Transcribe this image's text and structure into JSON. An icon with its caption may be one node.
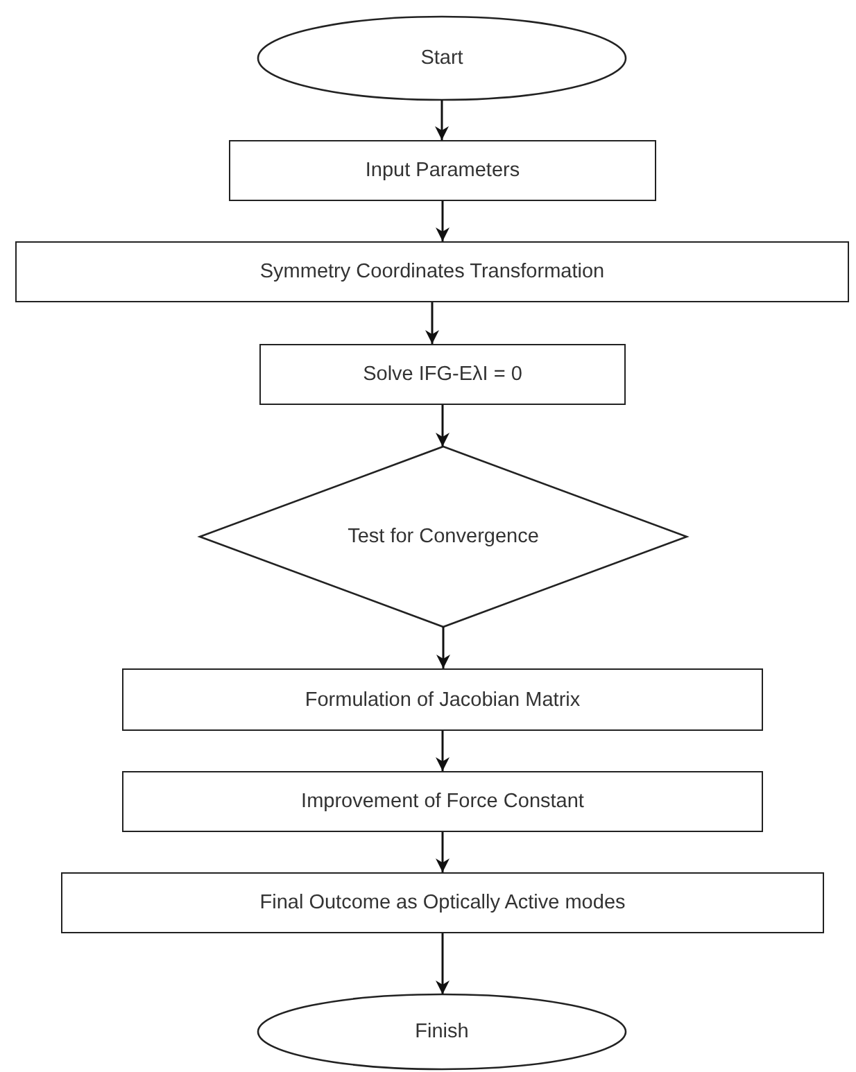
{
  "diagram": {
    "nodes": [
      {
        "text": [
          "Start"
        ]
      },
      {
        "text": [
          "Input Parameters"
        ]
      },
      {
        "text": [
          "Symmetry Coordinates Transformation"
        ]
      },
      {
        "text": [
          "Solve IFG-EλI = 0"
        ]
      },
      {
        "text": [
          "Test for Convergence"
        ]
      },
      {
        "text": [
          "Formulation of Jacobian Matrix"
        ]
      },
      {
        "text": [
          "Improvement of Force Constant"
        ]
      },
      {
        "text": [
          "Final Outcome as Optically Active modes"
        ]
      },
      {
        "text": [
          "Finish"
        ]
      }
    ],
    "edges": [
      {
        "from": 0,
        "to": 1,
        "arrow": "to"
      },
      {
        "from": 1,
        "to": 2,
        "arrow": "to"
      },
      {
        "from": 2,
        "to": 3,
        "arrow": "to"
      },
      {
        "from": 3,
        "to": 4,
        "arrow": "to"
      },
      {
        "from": 4,
        "to": 5,
        "arrow": "to"
      },
      {
        "from": 5,
        "to": 6,
        "arrow": "to"
      },
      {
        "from": 6,
        "to": 7,
        "arrow": "to"
      },
      {
        "from": 7,
        "to": 8,
        "arrow": "to"
      }
    ]
  }
}
